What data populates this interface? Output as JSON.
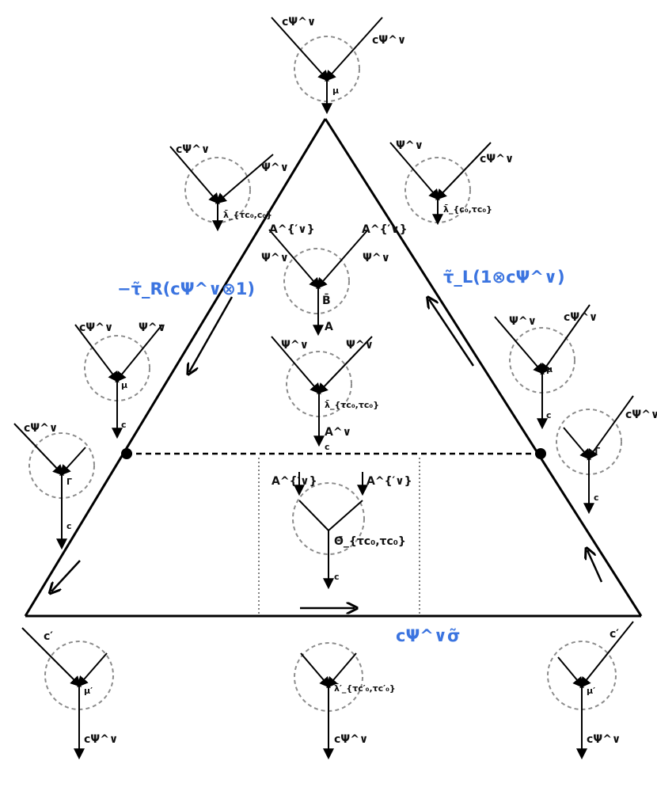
{
  "edge_labels": {
    "left": "−τ̃_R(cΨ^∨⊗1)",
    "right": "τ̃_L(1⊗cΨ^∨)",
    "bottom": "cΨ^∨σ̃"
  },
  "vertices": {
    "top": {
      "in_left": "cΨ^∨",
      "in_right": "cΨ^∨",
      "node": "μ"
    },
    "upper_left": {
      "in_left": "cΨ^∨",
      "in_right": "Ψ^∨",
      "node": "λ̄_{τc₀,c₀}"
    },
    "upper_right": {
      "in_left": "Ψ^∨",
      "in_right": "cΨ^∨",
      "node": "λ̄_{c₀,τc₀}"
    },
    "center_top": {
      "in_left_outer": "A^{′∨}",
      "in_right_outer": "A^{′∨}",
      "in_left": "Ψ^∨",
      "in_right": "Ψ^∨",
      "node": "B̄",
      "out": "A"
    },
    "center_mid": {
      "in_left": "Ψ^∨",
      "in_right": "Ψ^∨",
      "node": "λ̄_{τc₀,τc₀}",
      "out_top": "A^∨",
      "out_bottom": "c"
    },
    "mid_left": {
      "in_left": "cΨ^∨",
      "in_right": "Ψ^∨",
      "node": "μ",
      "out": "c"
    },
    "far_left": {
      "in_left": "cΨ^∨",
      "node": "Γ",
      "out": "c"
    },
    "mid_right": {
      "in_left": "Ψ^∨",
      "in_right": "cΨ^∨",
      "node": "μ",
      "out": "c"
    },
    "far_right": {
      "in_right": "cΨ^∨",
      "node": "−Γ",
      "out": "c"
    },
    "center_bottom": {
      "in_left": "A^{′∨}",
      "in_right": "A^{′∨}",
      "node": "Θ̄_{τc₀,τc₀}",
      "out": "c"
    },
    "bottom_left": {
      "in_left": "c′",
      "node": "μ′",
      "out": "cΨ^∨"
    },
    "bottom_center": {
      "node": "λ̄′_{τc′₀,τc′₀}",
      "out": "cΨ^∨"
    },
    "bottom_right": {
      "in_right": "c′",
      "node": "μ′",
      "out": "cΨ^∨"
    }
  },
  "colors": {
    "label_blue": "#3b74e0",
    "circle_gray": "#8c8c8c",
    "ink": "#000000"
  }
}
